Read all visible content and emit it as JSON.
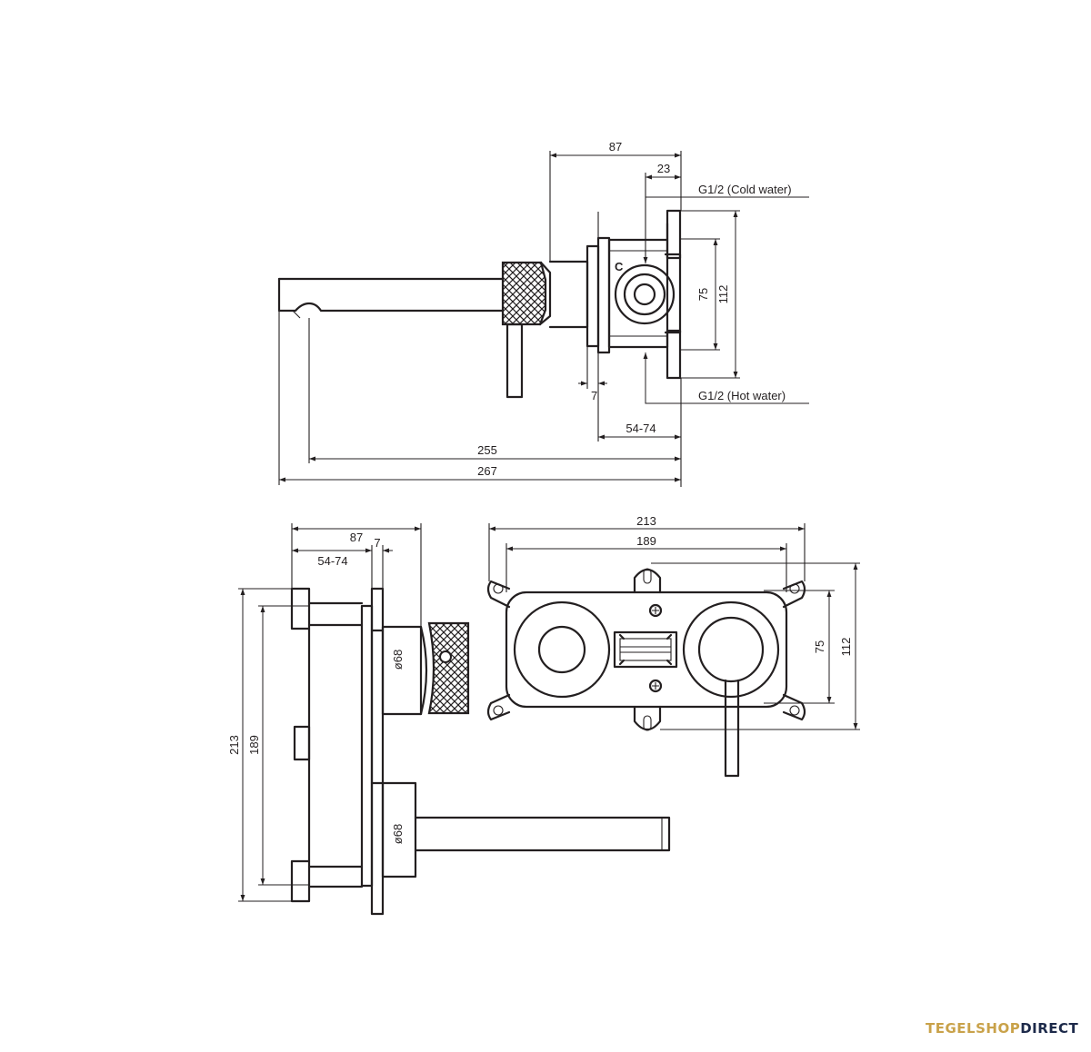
{
  "side_view": {
    "dim_depth": "87",
    "dim_outlet_offset": "23",
    "label_cold_inlet": "G1/2 (Cold water)",
    "label_hot_inlet": "G1/2 (Hot water)",
    "label_cold_mark": "C",
    "dim_inner_height": "75",
    "dim_outer_height": "112",
    "dim_plate": "7",
    "dim_wall_range": "54-74",
    "dim_spout_reach": "255",
    "dim_total_length": "267"
  },
  "rear_view": {
    "dim_depth": "87",
    "dim_plate": "7",
    "dim_wall_range": "54-74",
    "dim_outer_height": "213",
    "dim_inner_height": "189",
    "dim_handle_dia": "ø68",
    "dim_spout_dia": "ø68"
  },
  "front_view": {
    "dim_outer_width": "213",
    "dim_inner_width": "189",
    "dim_inner_height": "75",
    "dim_outer_height": "112"
  },
  "brand": {
    "part1": "TEGELSHOP",
    "part2": "DIRECT"
  },
  "colors": {
    "line": "#231f20",
    "brand_gold": "#c9a24a",
    "brand_navy": "#1d2a4a"
  }
}
